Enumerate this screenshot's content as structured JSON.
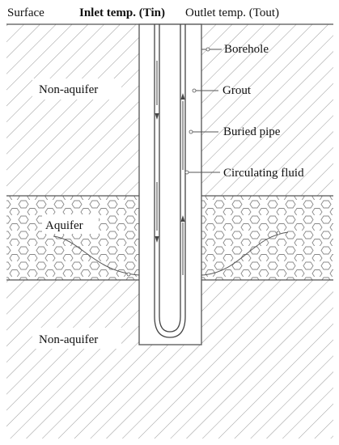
{
  "labels": {
    "surface": "Surface",
    "inlet": "Inlet temp. (Tin)",
    "outlet": "Outlet temp. (Tout)",
    "borehole": "Borehole",
    "non_aquifer_top": "Non-aquifer",
    "grout": "Grout",
    "buried_pipe": "Buried pipe",
    "circulating_fluid": "Circulating fluid",
    "aquifer": "Aquifer",
    "non_aquifer_bottom": "Non-aquifer"
  },
  "colors": {
    "line": "#555555",
    "hatch": "#999999",
    "text": "#111111",
    "background": "#ffffff"
  }
}
